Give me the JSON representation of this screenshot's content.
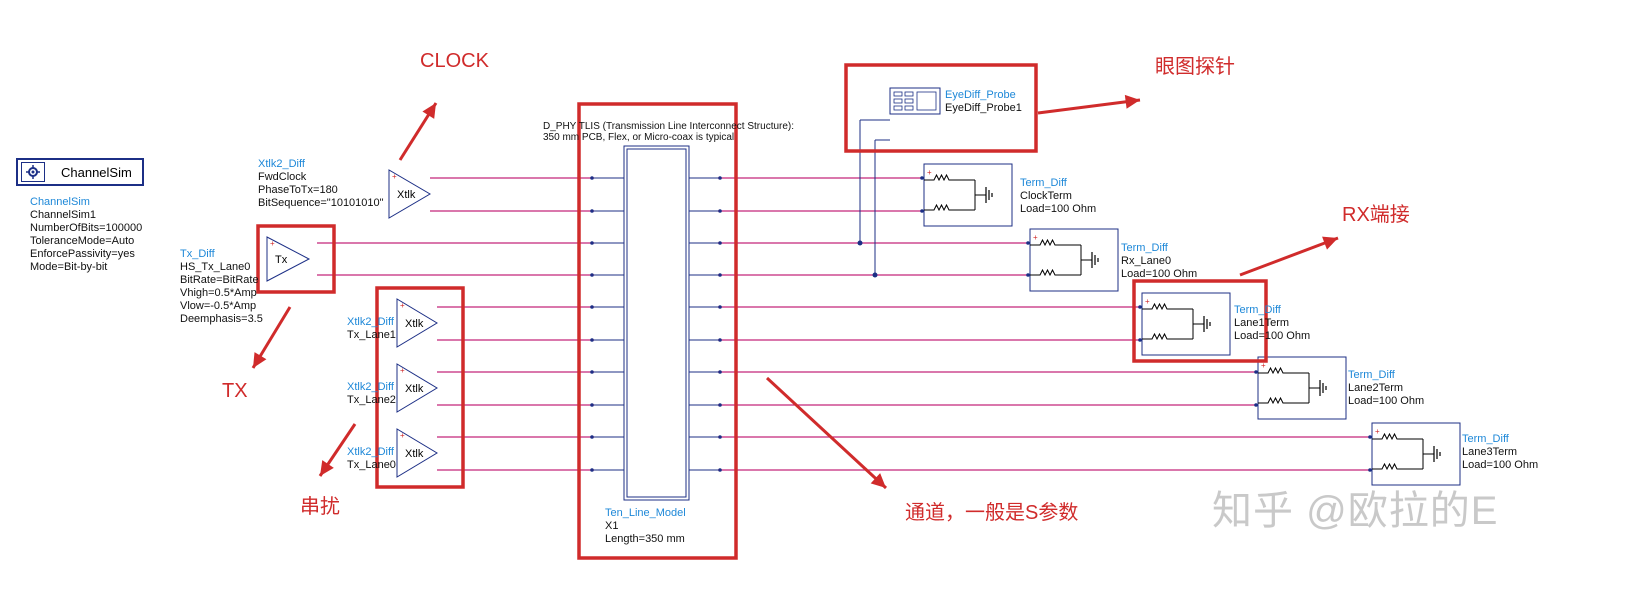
{
  "channelsim": {
    "title": "ChannelSim",
    "params": [
      "ChannelSim",
      "ChannelSim1",
      "NumberOfBits=100000",
      "ToleranceMode=Auto",
      "EnforcePassivity=yes",
      "Mode=Bit-by-bit"
    ]
  },
  "xtlk_clock": {
    "params": [
      "Xtlk2_Diff",
      "FwdClock",
      "PhaseToTx=180",
      "BitSequence=\"10101010\""
    ],
    "symbol_label": "Xtlk"
  },
  "tx": {
    "params": [
      "Tx_Diff",
      "HS_Tx_Lane0",
      "BitRate=BitRate",
      "Vhigh=0.5*Amp",
      "Vlow=-0.5*Amp",
      "Deemphasis=3.5"
    ],
    "symbol_label": "Tx"
  },
  "xtalk_groups": [
    {
      "params": [
        "Xtlk2_Diff",
        "Tx_Lane1"
      ],
      "symbol_label": "Xtlk"
    },
    {
      "params": [
        "Xtlk2_Diff",
        "Tx_Lane2"
      ],
      "symbol_label": "Xtlk"
    },
    {
      "params": [
        "Xtlk2_Diff",
        "Tx_Lane0"
      ],
      "symbol_label": "Xtlk"
    }
  ],
  "channel": {
    "header": [
      "D_PHY TLIS (Transmission Line Interconnect Structure):",
      "350 mm PCB, Flex, or Micro-coax is typical"
    ],
    "params": [
      "Ten_Line_Model",
      "X1",
      "Length=350 mm"
    ]
  },
  "probe": {
    "params": [
      "EyeDiff_Probe",
      "EyeDiff_Probe1"
    ]
  },
  "terms": [
    {
      "params": [
        "Term_Diff",
        "ClockTerm",
        "Load=100 Ohm"
      ]
    },
    {
      "params": [
        "Term_Diff",
        "Rx_Lane0",
        "Load=100 Ohm"
      ]
    },
    {
      "params": [
        "Term_Diff",
        "Lane1Term",
        "Load=100 Ohm"
      ]
    },
    {
      "params": [
        "Term_Diff",
        "Lane2Term",
        "Load=100 Ohm"
      ]
    },
    {
      "params": [
        "Term_Diff",
        "Lane3Term",
        "Load=100 Ohm"
      ]
    }
  ],
  "annotations": {
    "clock": "CLOCK",
    "tx": "TX",
    "crosstalk": "串扰",
    "channel": "通道，一般是S参数",
    "eye_probe": "眼图探针",
    "rx_term": "RX端接"
  },
  "watermark": "知乎 @欧拉的E",
  "colors": {
    "wire": "#c4267a",
    "component": "#1c2f86",
    "param_blue": "#1e88d8",
    "annotation_red": "#d02b2b"
  }
}
